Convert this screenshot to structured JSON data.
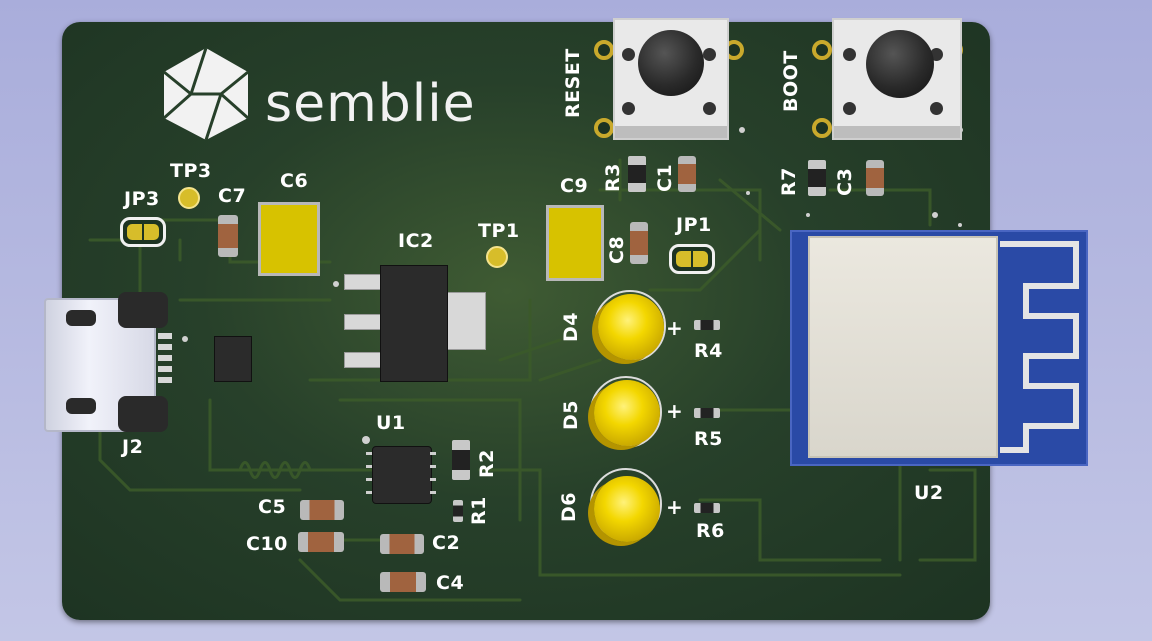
{
  "brand": {
    "logo_text": "semblie"
  },
  "labels": {
    "reset": "RESET",
    "boot": "BOOT",
    "tp3": "TP3",
    "tp1": "TP1",
    "jp3": "JP3",
    "jp1": "JP1",
    "c7": "C7",
    "c6": "C6",
    "c9": "C9",
    "c8": "C8",
    "ic2": "IC2",
    "r3": "R3",
    "c1": "C1",
    "r7": "R7",
    "c3": "C3",
    "d4": "D4",
    "d5": "D5",
    "d6": "D6",
    "r4": "R4",
    "r5": "R5",
    "r6": "R6",
    "u1": "U1",
    "u2": "U2",
    "j2": "J2",
    "r1": "R1",
    "r2": "R2",
    "c5": "C5",
    "c10": "C10",
    "c2": "C2",
    "c4": "C4"
  },
  "colors": {
    "board": "#27402a",
    "silkscreen": "#ffffff",
    "gold": "#d7bd2a",
    "led": "#f3d700",
    "antenna": "#2a4aa6",
    "background": "#b4b7df"
  },
  "icons": {
    "logo": "semblie-logo-icon"
  }
}
